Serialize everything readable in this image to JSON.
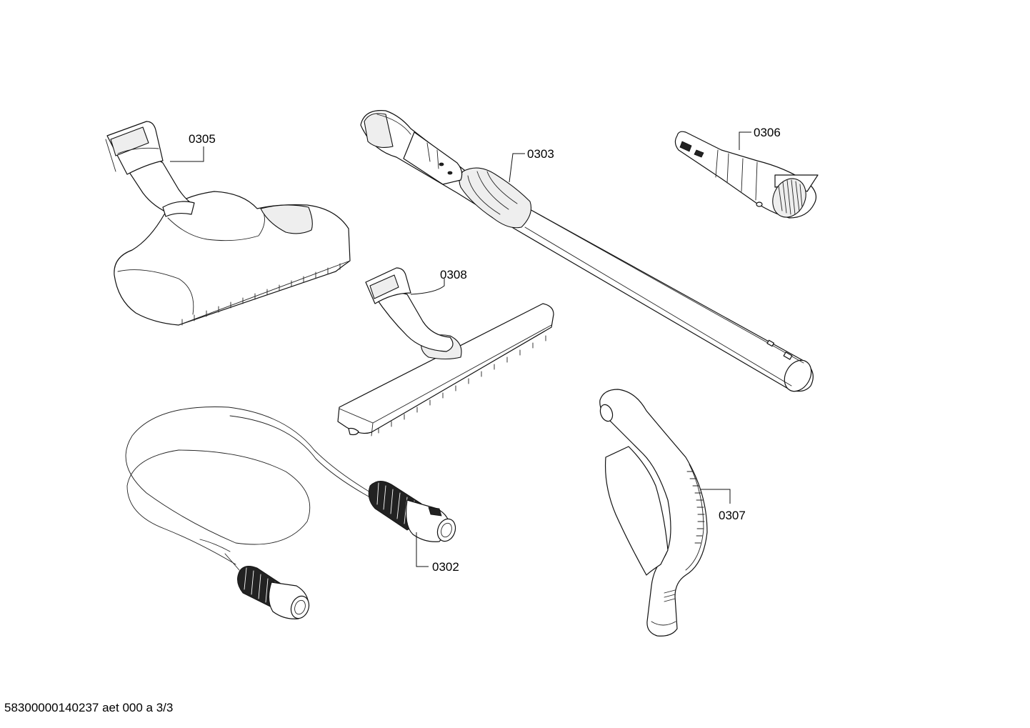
{
  "parts": [
    {
      "id": "0305"
    },
    {
      "id": "0303"
    },
    {
      "id": "0306"
    },
    {
      "id": "0308"
    },
    {
      "id": "0307"
    },
    {
      "id": "0302"
    }
  ],
  "footer": {
    "text": "58300000140237 aet 000 a 3/3"
  }
}
